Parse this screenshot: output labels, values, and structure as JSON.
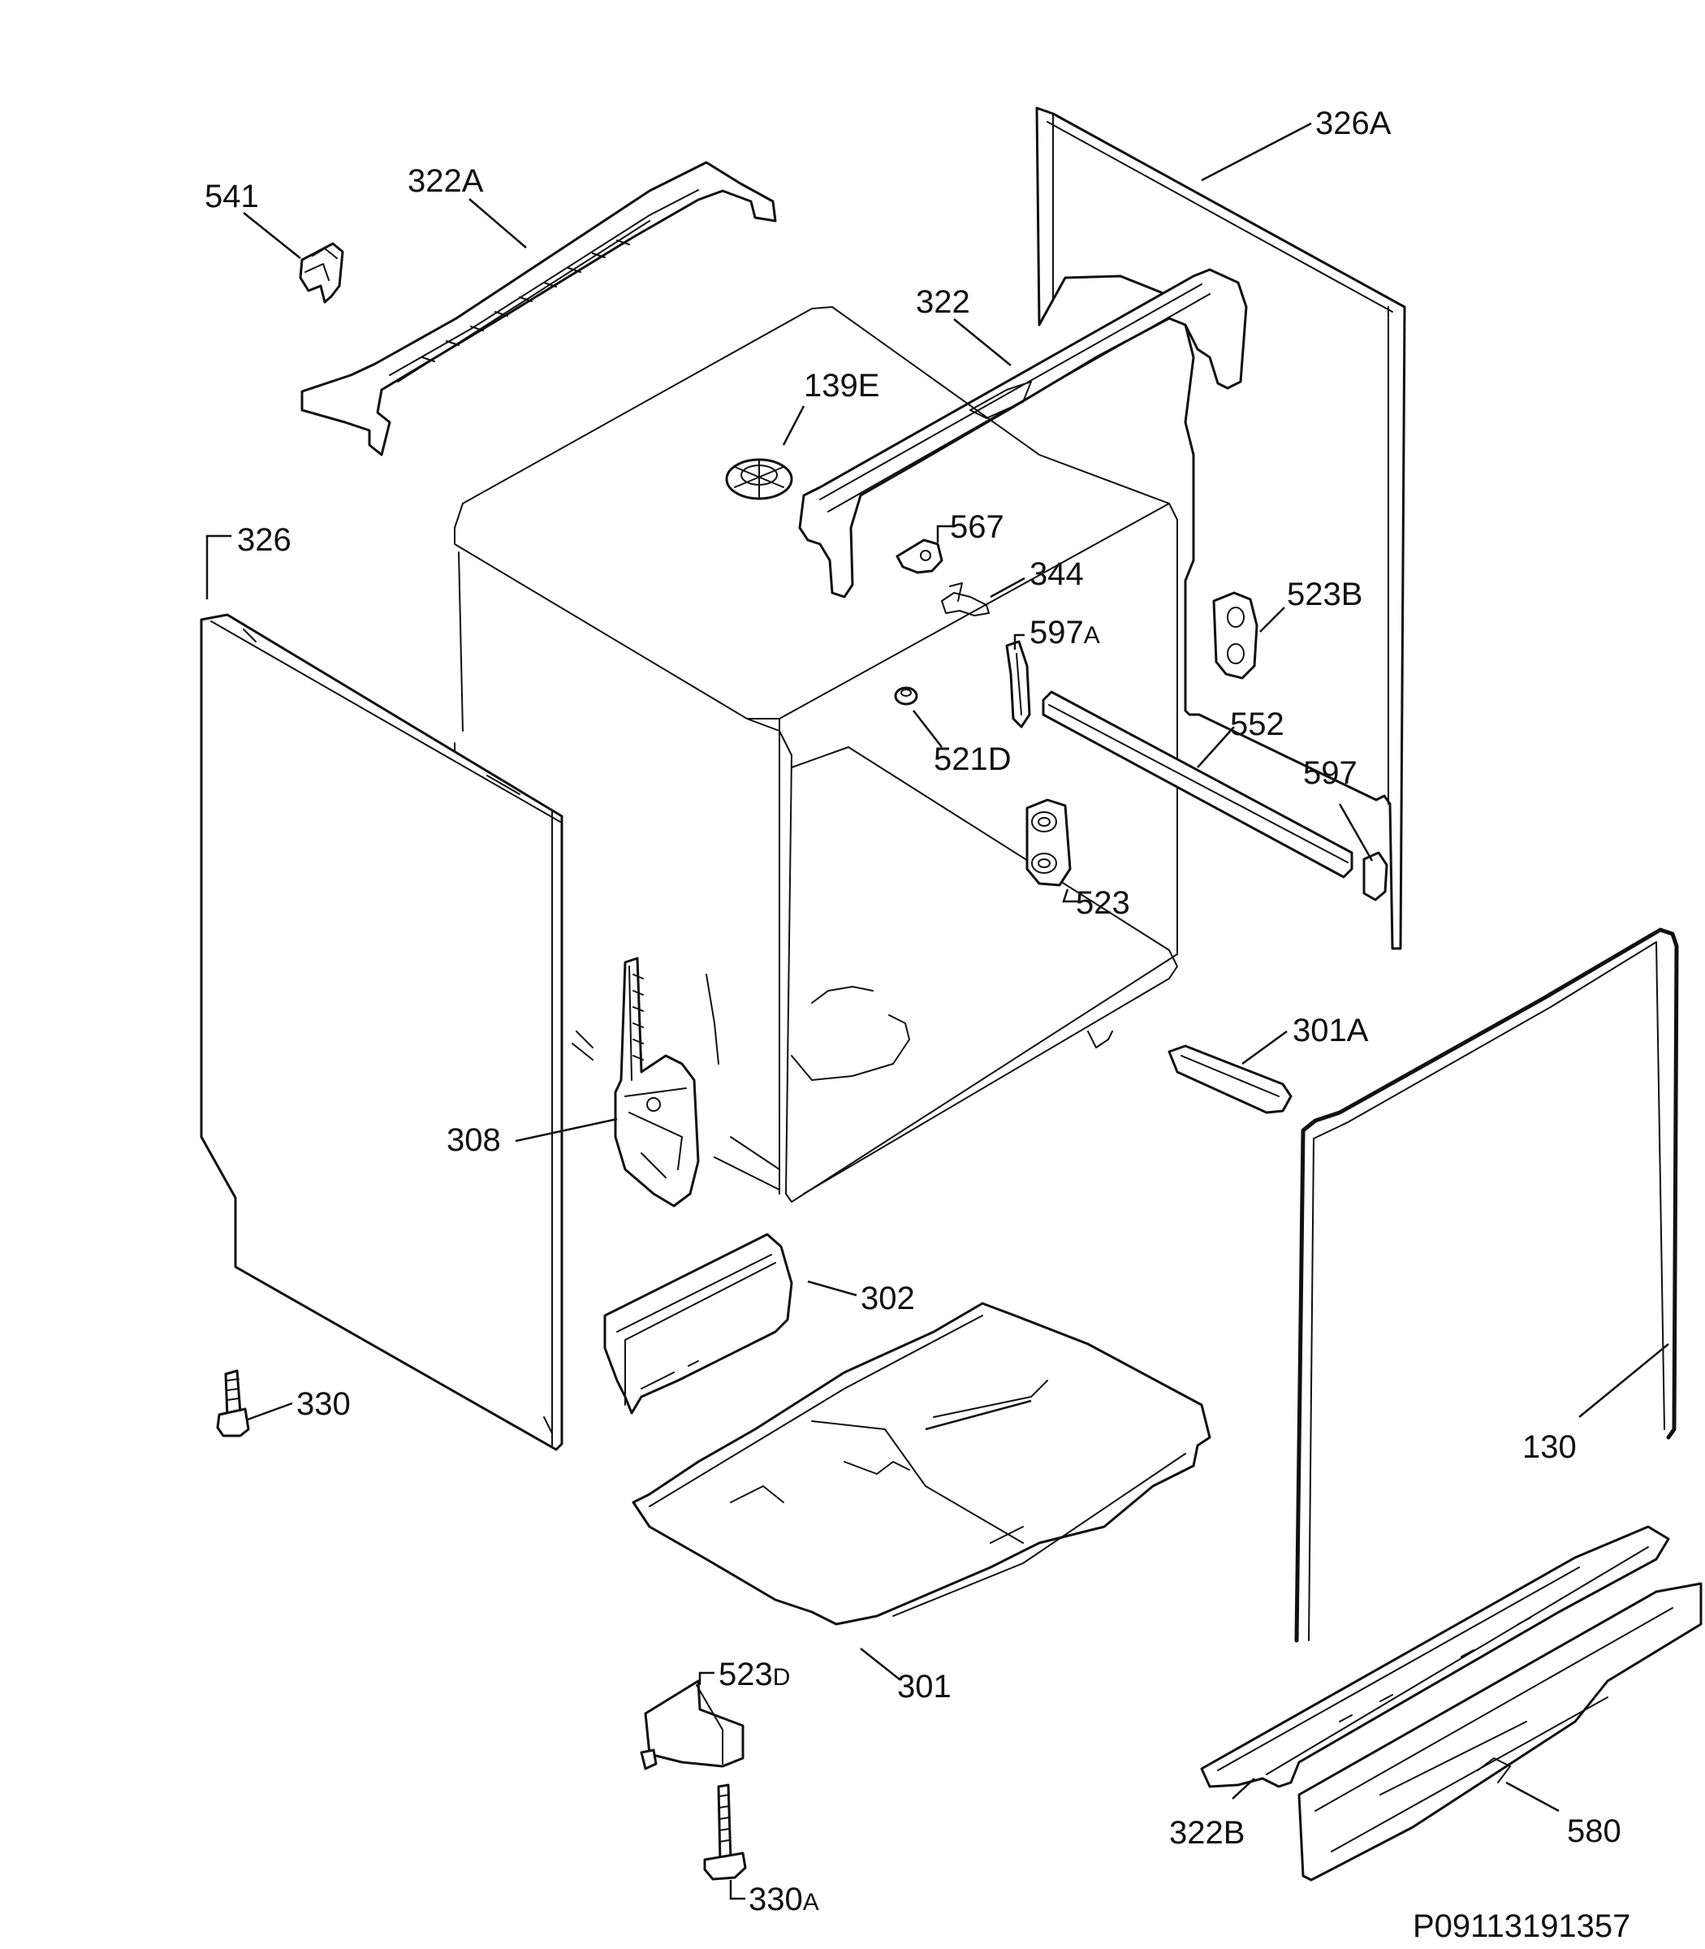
{
  "diagram": {
    "reference_code": "P09113191357",
    "labels": {
      "l541": "541",
      "l322A": "322A",
      "l326A": "326A",
      "l322": "322",
      "l139E": "139E",
      "l326": "326",
      "l567": "567",
      "l344": "344",
      "l523B": "523B",
      "l597A_main": "597",
      "l597A_suffix": "A",
      "l552": "552",
      "l597": "597",
      "l521D": "521D",
      "l523": "523",
      "l301A": "301A",
      "l308": "308",
      "l302": "302",
      "l330": "330",
      "l130": "130",
      "l523D_main": "523",
      "l523D_suffix": "D",
      "l301": "301",
      "l322B": "322B",
      "l580": "580",
      "l330A_main": "330",
      "l330A_suffix": "A"
    }
  }
}
